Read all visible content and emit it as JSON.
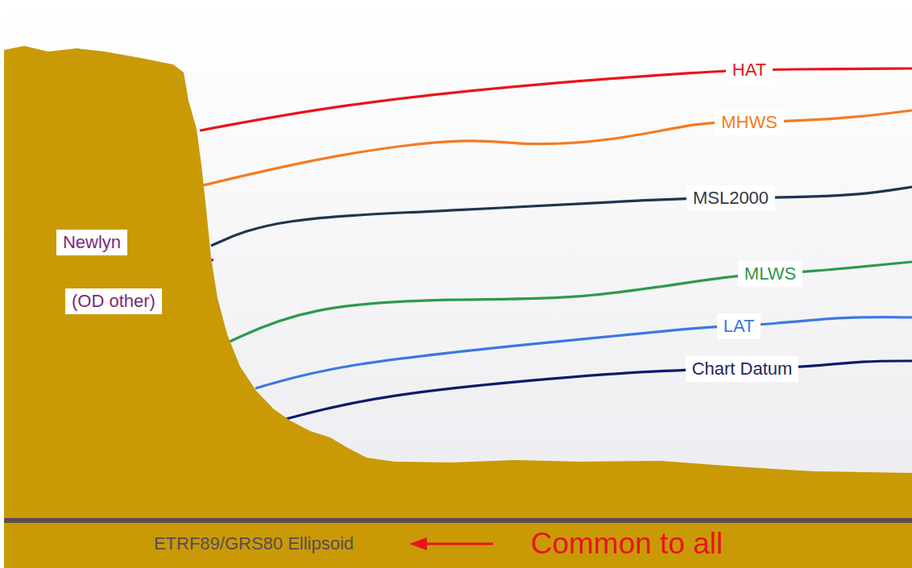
{
  "diagram": {
    "labels": [
      "HAT",
      "MHWS",
      "MSL2000",
      "MLWS",
      "LAT",
      "Chart Datum",
      "Newlyn",
      "(OD other)",
      "ETRF89/GRS80 Ellipsoid",
      "Common to all"
    ]
  }
}
